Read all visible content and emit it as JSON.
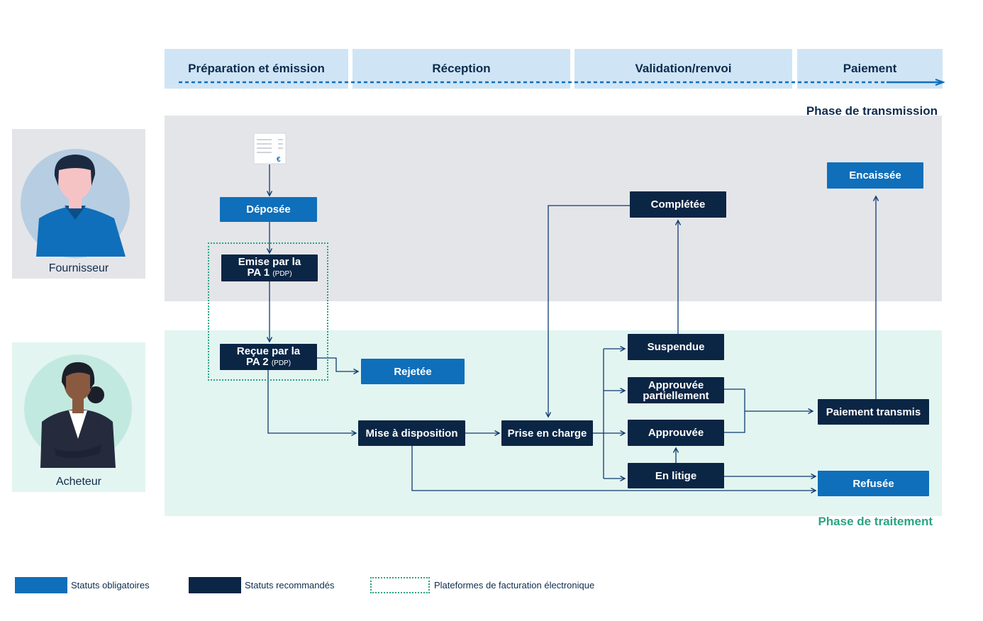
{
  "phases": [
    "Préparation et émission",
    "Réception",
    "Validation/renvoi",
    "Paiement"
  ],
  "bands": {
    "transmission": "Phase de transmission",
    "traitement": "Phase de traitement"
  },
  "actors": {
    "fournisseur": "Fournisseur",
    "acheteur": "Acheteur"
  },
  "invoice_icon_symbol": "€",
  "statuses": {
    "deposee": "Déposée",
    "emise_line1": "Emise par la",
    "emise_line2": "PA 1",
    "emise_pdp": "(PDP)",
    "recue_line1": "Reçue par la",
    "recue_line2": "PA 2",
    "recue_pdp": "(PDP)",
    "rejetee": "Rejetée",
    "mise_a_disposition": "Mise à disposition",
    "prise_en_charge": "Prise en charge",
    "completee": "Complétée",
    "suspendue": "Suspendue",
    "approuvee_partiellement_line1": "Approuvée",
    "approuvee_partiellement_line2": "partiellement",
    "approuvee": "Approuvée",
    "en_litige": "En litige",
    "encaissee": "Encaissée",
    "paiement_transmis": "Paiement transmis",
    "refusee": "Refusée"
  },
  "legend": {
    "obligatoires": "Statuts obligatoires",
    "recommandes": "Statuts recommandés",
    "plateformes": "Plateformes de facturation électronique"
  },
  "colors": {
    "mandatory": "#0f6fba",
    "recommended": "#0b2545",
    "platform_border": "#2aa382",
    "phase_header": "#cfe5f6",
    "transmission_band": "#e4e5e9",
    "traitement_band": "#e3f5f1"
  }
}
